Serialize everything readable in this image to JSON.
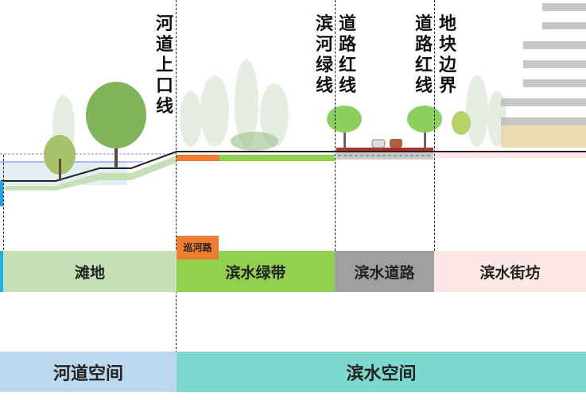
{
  "boundary_lines": [
    "河道上口线",
    "滨河绿线",
    "道路红线",
    "道路红线",
    "地块边界"
  ],
  "tag": "巡河路",
  "zones": [
    "滩地",
    "滨水绿带",
    "滨水道路",
    "滨水街坊"
  ],
  "spaces": [
    "河道空间",
    "滨水空间"
  ],
  "colors": {
    "beach": "#c5e0b4",
    "green_belt": "#92d050",
    "road": "#a0a0a0",
    "block": "#fde6e6",
    "river_space": "#bdd7ee",
    "water_space": "#7fd8d0",
    "tag": "#ed7d31"
  }
}
